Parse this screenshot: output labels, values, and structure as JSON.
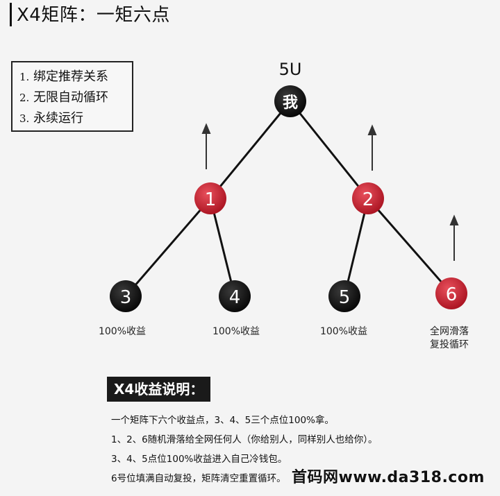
{
  "title": "X4矩阵：一矩六点",
  "features": [
    {
      "num": "1.",
      "text": "绑定推荐关系"
    },
    {
      "num": "2.",
      "text": "无限自动循环"
    },
    {
      "num": "3.",
      "text": "永续运行"
    }
  ],
  "tree": {
    "root_amount": "5U",
    "root_label": "我",
    "nodes": [
      "1",
      "2",
      "3",
      "4",
      "5",
      "6"
    ],
    "colors": {
      "black": "#0d0d0d",
      "red": "#c9202f"
    }
  },
  "captions": {
    "n3": "100%收益",
    "n4": "100%收益",
    "n5": "100%收益",
    "n6_line1": "全网滑落",
    "n6_line2": "复投循环"
  },
  "section_title": "X4收益说明：",
  "description": [
    "一个矩阵下六个收益点，3、4、5三个点位100%拿。",
    "1、2、6随机滑落给全网任何人（你给别人，同样别人也给你）。",
    "3、4、5点位100%收益进入自己冷钱包。",
    "6号位填满自动复投，矩阵清空重置循环。"
  ],
  "watermark": "首码网www.da318.com"
}
